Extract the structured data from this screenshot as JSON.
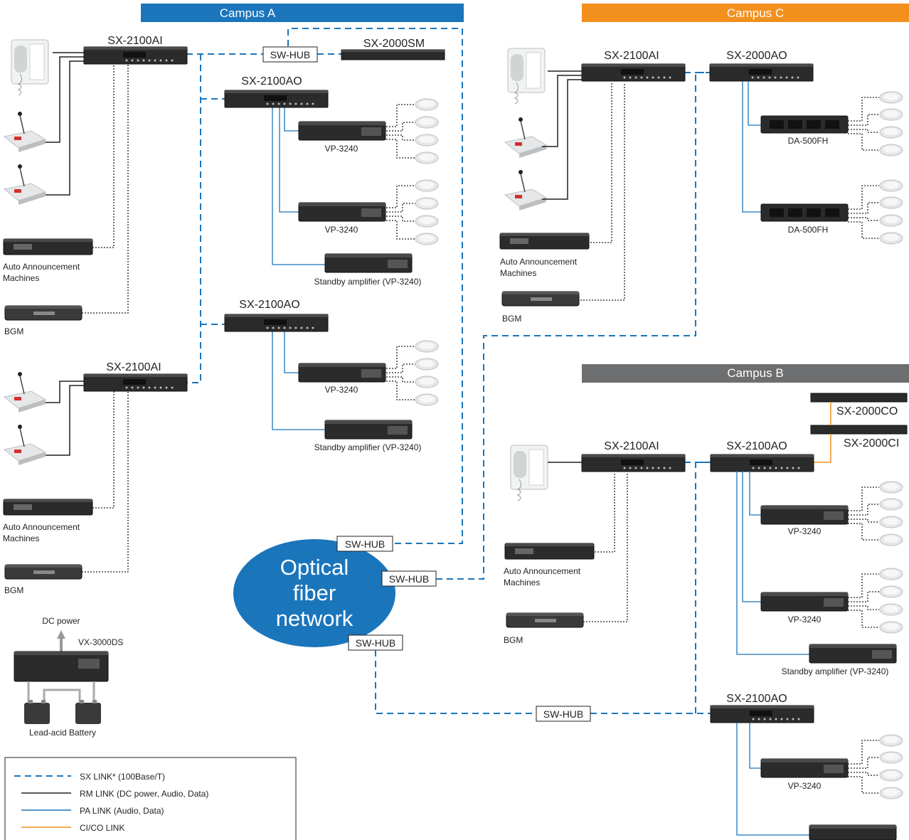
{
  "campuses": {
    "a": {
      "label": "Campus A",
      "color": "#1a75bb"
    },
    "c": {
      "label": "Campus C",
      "color": "#f3901d"
    },
    "b": {
      "label": "Campus B",
      "color": "#6d6e70"
    }
  },
  "devices": {
    "sx2100ai": "SX-2100AI",
    "sx2100ao": "SX-2100AO",
    "sx2000sm": "SX-2000SM",
    "sx2000ao": "SX-2000AO",
    "sx2000co": "SX-2000CO",
    "sx2000ci": "SX-2000CI",
    "vp3240": "VP-3240",
    "da500fh": "DA-500FH",
    "standby": "Standby amplifier (VP-3240)",
    "auto_line1": "Auto Announcement",
    "auto_line2": "Machines",
    "bgm": "BGM",
    "sw_hub": "SW-HUB",
    "dc_power": "DC power",
    "vx3000ds": "VX-3000DS",
    "battery": "Lead-acid Battery"
  },
  "network": {
    "line1": "Optical",
    "line2": "fiber",
    "line3": "network",
    "color": "#1b75bb"
  },
  "legend": [
    {
      "label": "SX LINK* (100Base/T)",
      "style": "dashed",
      "color": "#1a75bb"
    },
    {
      "label": "RM LINK (DC power, Audio, Data)",
      "style": "solid",
      "color": "#231f20"
    },
    {
      "label": "PA LINK (Audio, Data)",
      "style": "solid",
      "color": "#1a75bb"
    },
    {
      "label": "CI/CO LINK",
      "style": "solid",
      "color": "#f3901d"
    }
  ]
}
